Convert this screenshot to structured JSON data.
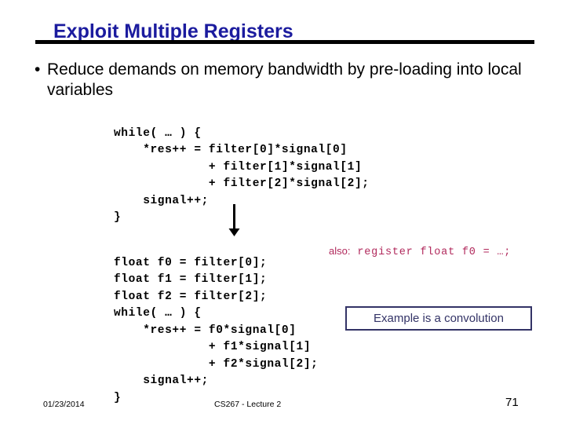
{
  "slide": {
    "title": "Exploit Multiple Registers",
    "bullets": [
      "Reduce demands on memory bandwidth by pre-loading into local variables"
    ],
    "bullet_marker": "•",
    "code_before": "while( … ) {\n    *res++ = filter[0]*signal[0]\n             + filter[1]*signal[1]\n             + filter[2]*signal[2];\n    signal++;\n}",
    "code_after": "float f0 = filter[0];\nfloat f1 = filter[1];\nfloat f2 = filter[2];\nwhile( … ) {\n    *res++ = f0*signal[0]\n             + f1*signal[1]\n             + f2*signal[2];\n    signal++;\n}",
    "arrow_icon": "down-arrow-icon",
    "also_note": {
      "label": "also:",
      "code": " register float f0 = …;",
      "color": "#b1295c"
    },
    "callout": {
      "text": "Example is a convolution",
      "border_color": "#333366",
      "text_color": "#333366"
    },
    "footer": {
      "date": "01/23/2014",
      "center": "CS267 - Lecture 2",
      "page": "71"
    },
    "colors": {
      "title": "#1b1b9e",
      "rule": "#000000",
      "body_text": "#000000"
    }
  }
}
